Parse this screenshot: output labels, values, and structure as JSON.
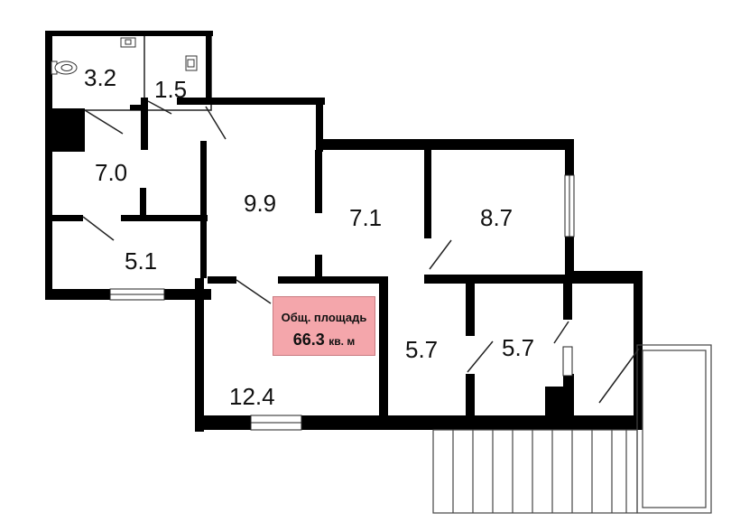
{
  "rooms": [
    {
      "id": "wc",
      "area": "3.2"
    },
    {
      "id": "bath",
      "area": "1.5"
    },
    {
      "id": "kitchen",
      "area": "7.0"
    },
    {
      "id": "room-a",
      "area": "9.9"
    },
    {
      "id": "room-b",
      "area": "7.1"
    },
    {
      "id": "room-c",
      "area": "8.7"
    },
    {
      "id": "room-d",
      "area": "5.1"
    },
    {
      "id": "hall-a",
      "area": "5.7"
    },
    {
      "id": "hall-b",
      "area": "5.7"
    },
    {
      "id": "room-e",
      "area": "12.4"
    }
  ],
  "summary": {
    "title": "Общ. площадь",
    "value": "66.3",
    "unit": "кв. м"
  },
  "colors": {
    "wall": "#000000",
    "highlight": "#f4a6ab",
    "line": "#333333"
  },
  "icons": [
    "toilet-icon",
    "sink-icon"
  ]
}
